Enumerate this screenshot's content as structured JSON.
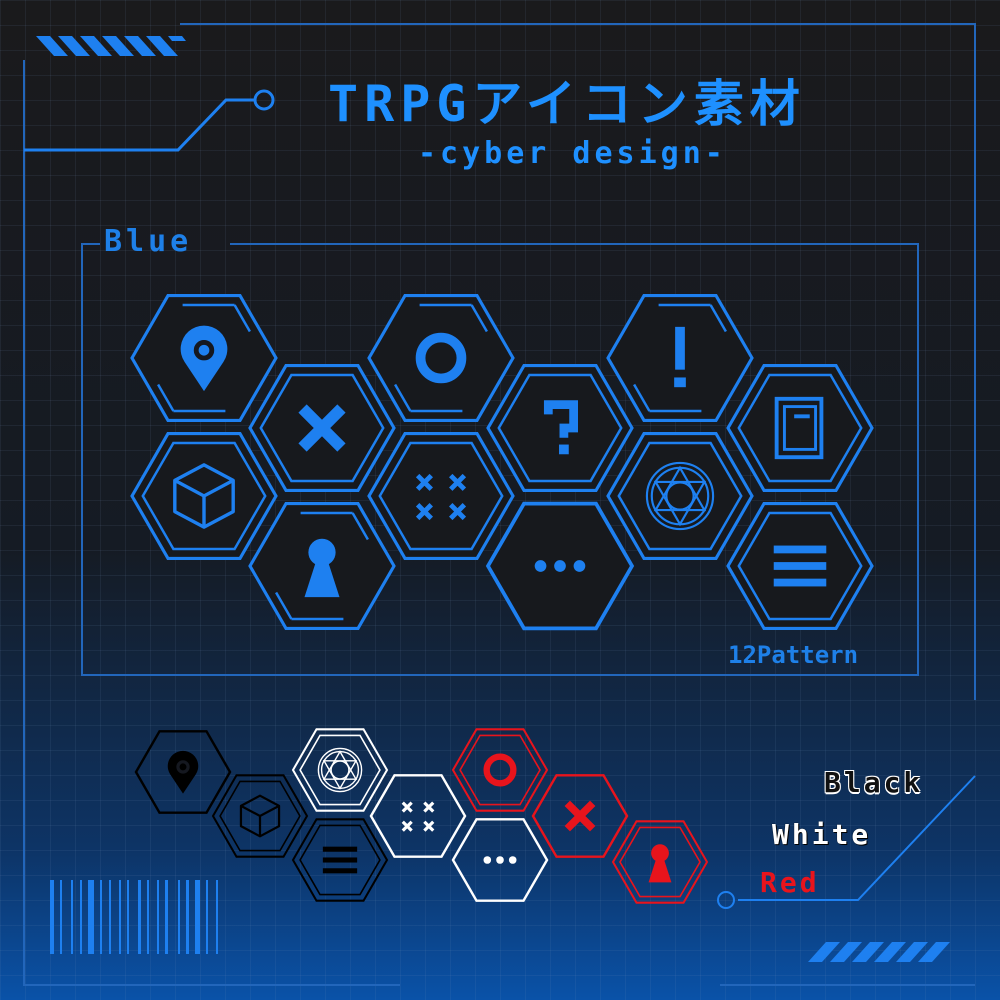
{
  "title": "TRPGアイコン素材",
  "subtitle": "-cyber design-",
  "section_label": "Blue",
  "pattern_count": "12Pattern",
  "variants": [
    "Black",
    "White",
    "Red"
  ],
  "colors": {
    "blue": "#1e80f0",
    "frame": "#2266bb",
    "black": "#000000",
    "white": "#ffffff",
    "red": "#e8141c"
  },
  "icons": [
    "map-pin-icon",
    "cross-icon",
    "circle-icon",
    "question-icon",
    "exclamation-icon",
    "book-icon",
    "cube-icon",
    "pawn-icon",
    "dice-icon",
    "ellipsis-icon",
    "magic-circle-icon",
    "menu-icon"
  ],
  "variant_icons": {
    "black": [
      "map-pin-icon",
      "cube-icon",
      "menu-icon"
    ],
    "white": [
      "magic-circle-icon",
      "dice-icon",
      "ellipsis-icon"
    ],
    "red": [
      "circle-icon",
      "cross-icon",
      "pawn-icon"
    ]
  }
}
